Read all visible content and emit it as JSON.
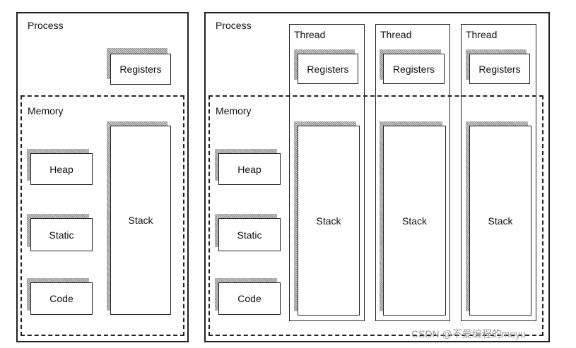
{
  "left_process": {
    "title": "Process",
    "registers": "Registers",
    "memory_title": "Memory",
    "heap": "Heap",
    "static": "Static",
    "code": "Code",
    "stack": "Stack"
  },
  "right_process": {
    "title": "Process",
    "memory_title": "Memory",
    "heap": "Heap",
    "static": "Static",
    "code": "Code",
    "threads": [
      {
        "title": "Thread",
        "registers": "Registers",
        "stack": "Stack"
      },
      {
        "title": "Thread",
        "registers": "Registers",
        "stack": "Stack"
      },
      {
        "title": "Thread",
        "registers": "Registers",
        "stack": "Stack"
      }
    ]
  },
  "watermark": "CSDN @不爱编程的moyu"
}
